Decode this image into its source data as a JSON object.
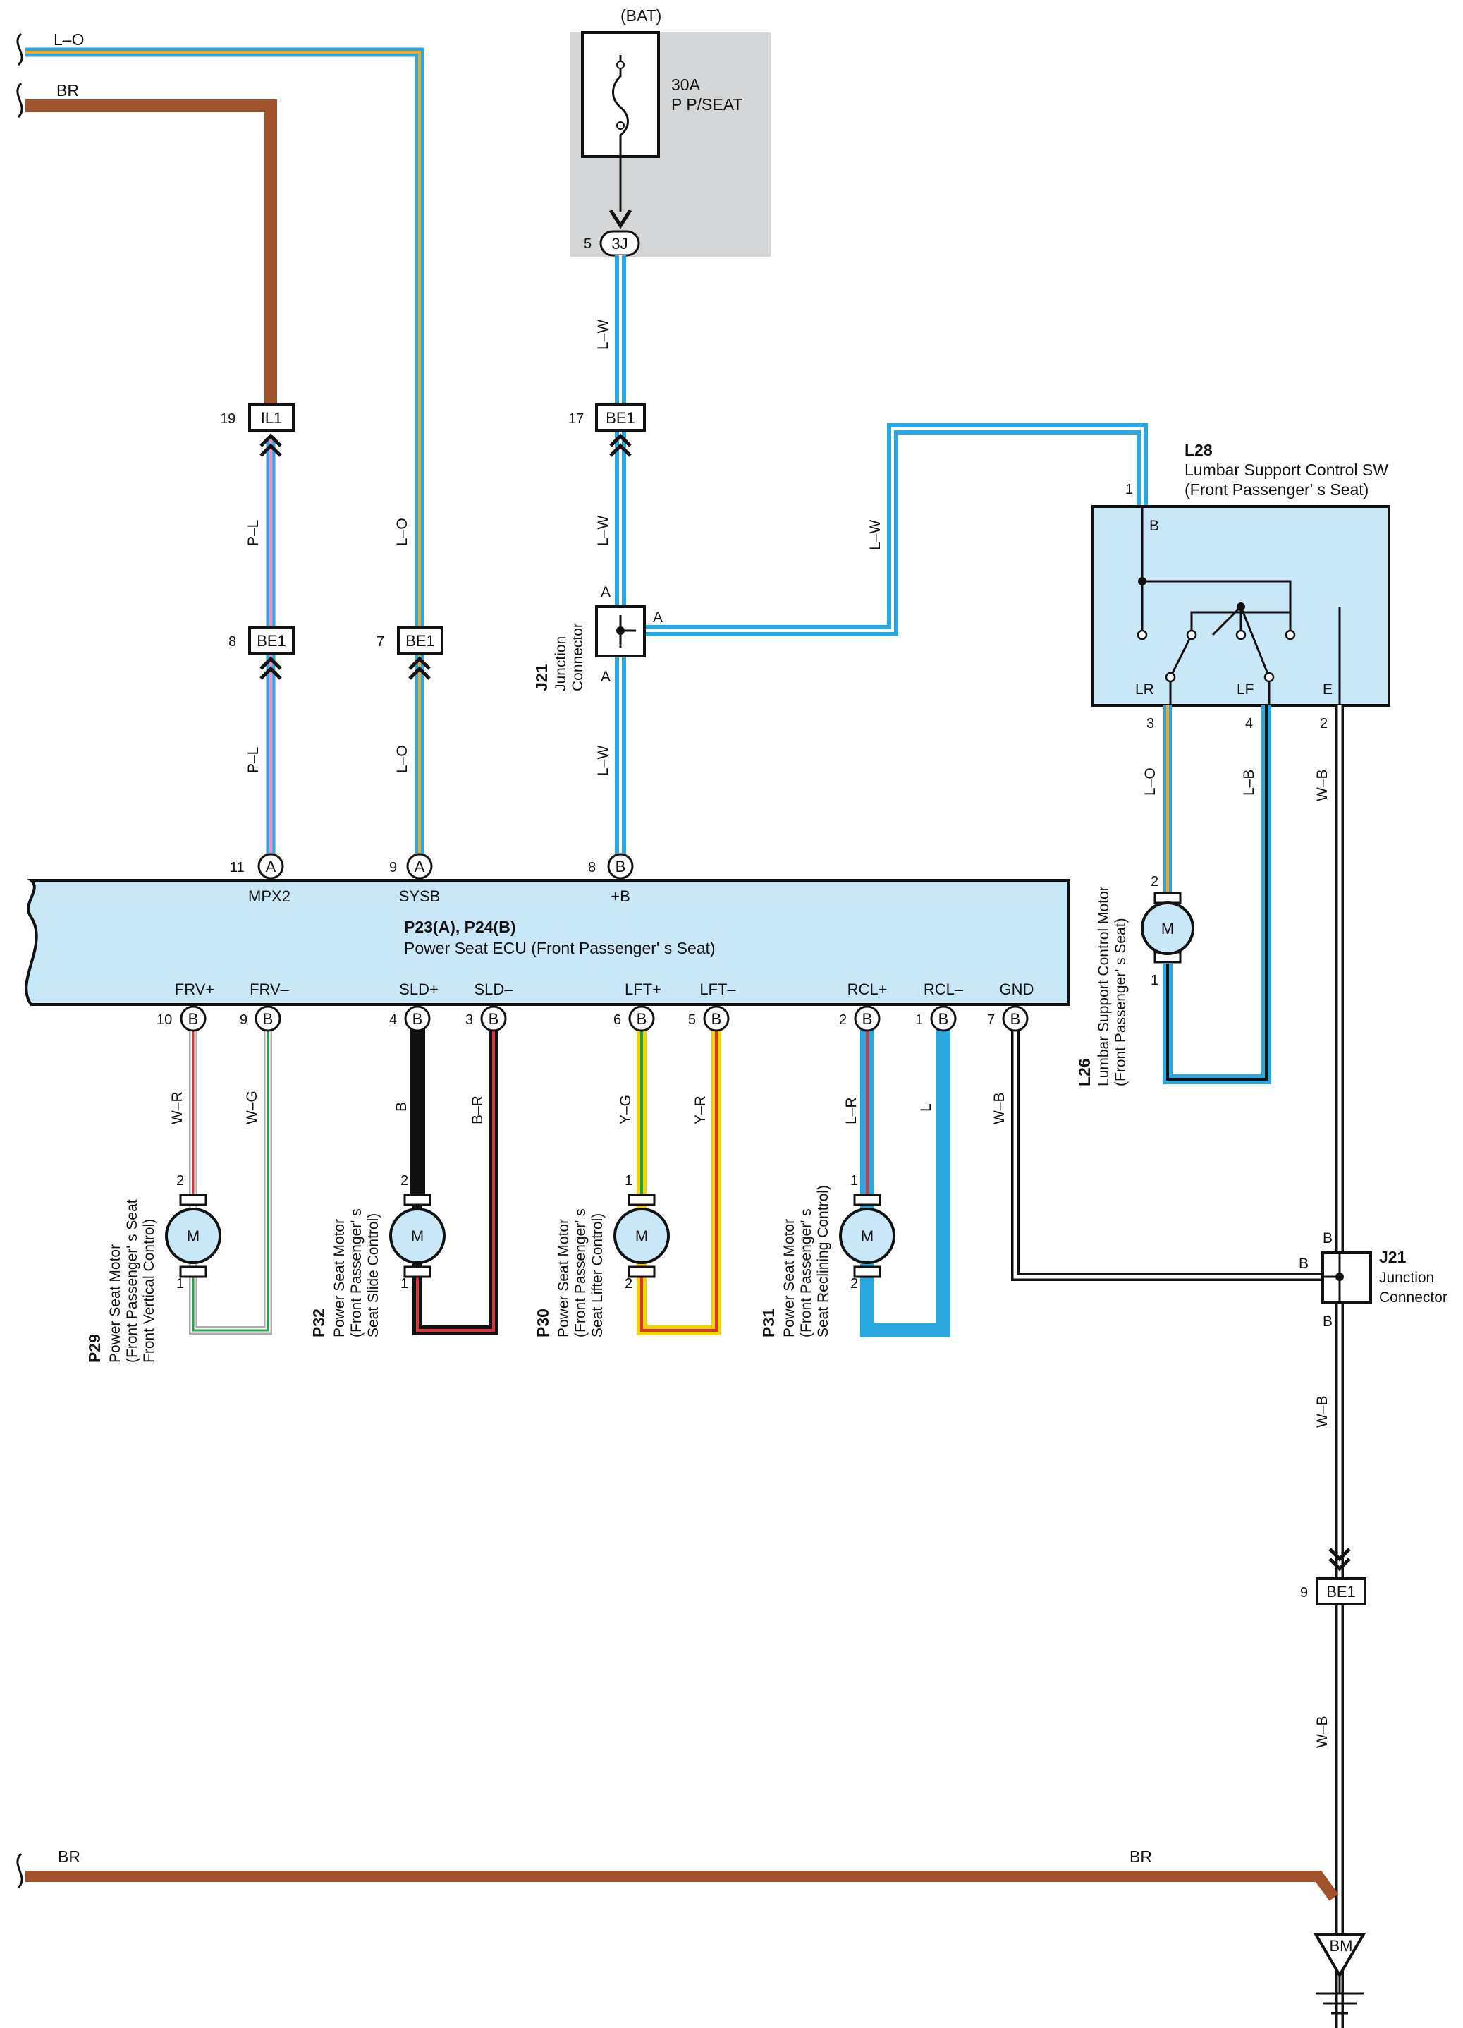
{
  "battery": {
    "label": "(BAT)",
    "fuse_rating": "30A",
    "fuse_name": "P P/SEAT",
    "pin": "5",
    "connector": "3J"
  },
  "top_wires": {
    "lo_label": "L–O",
    "br_label": "BR"
  },
  "wire_labels": {
    "pl_upper": "P–L",
    "pl_lower": "P–L",
    "lo_upper": "L–O",
    "lo_lower": "L–O",
    "lw_top": "L–W",
    "lw_mid": "L–W",
    "lw_low": "L–W",
    "lw_horizontal": "L–W",
    "frv_plus": "W–R",
    "frv_minus": "W–G",
    "sld_plus": "B",
    "sld_minus": "B–R",
    "lft_plus": "Y–G",
    "lft_minus": "Y–R",
    "rcl_plus": "L–R",
    "rcl_minus": "L",
    "gnd": "W–B",
    "lumbar_lr": "L–O",
    "lumbar_lf": "L–B",
    "lumbar_e": "W–B",
    "gnd_lower_1": "W–B",
    "gnd_lower_2": "W–B"
  },
  "connectors": {
    "il1": {
      "name": "IL1",
      "pin": "19"
    },
    "be1_pl": {
      "name": "BE1",
      "pin": "8"
    },
    "be1_lo": {
      "name": "BE1",
      "pin": "7"
    },
    "be1_lw": {
      "name": "BE1",
      "pin": "17"
    },
    "be1_gnd": {
      "name": "BE1",
      "pin": "9"
    }
  },
  "junction_left": {
    "code": "J21",
    "line1": "Junction",
    "line2": "Connector",
    "pin_top": "A",
    "pin_right": "A",
    "pin_bottom": "A"
  },
  "junction_right": {
    "code": "J21",
    "line1": "Junction",
    "line2": "Connector",
    "pin_top": "B",
    "pin_left": "B",
    "pin_bottom": "B"
  },
  "ecu": {
    "code": "P23(A), P24(B)",
    "name": "Power Seat ECU (Front Passenger' s Seat)",
    "top_terminals": [
      {
        "label": "MPX2",
        "pin": "11",
        "letter": "A"
      },
      {
        "label": "SYSB",
        "pin": "9",
        "letter": "A"
      },
      {
        "label": "+B",
        "pin": "8",
        "letter": "B"
      }
    ],
    "bottom_terminals": [
      {
        "label": "FRV+",
        "pin": "10",
        "letter": "B"
      },
      {
        "label": "FRV–",
        "pin": "9",
        "letter": "B"
      },
      {
        "label": "SLD+",
        "pin": "4",
        "letter": "B"
      },
      {
        "label": "SLD–",
        "pin": "3",
        "letter": "B"
      },
      {
        "label": "LFT+",
        "pin": "6",
        "letter": "B"
      },
      {
        "label": "LFT–",
        "pin": "5",
        "letter": "B"
      },
      {
        "label": "RCL+",
        "pin": "2",
        "letter": "B"
      },
      {
        "label": "RCL–",
        "pin": "1",
        "letter": "B"
      },
      {
        "label": "GND",
        "pin": "7",
        "letter": "B"
      }
    ]
  },
  "lumbar_switch": {
    "code": "L28",
    "line1": "Lumbar Support Control SW",
    "line2": "(Front Passenger' s Seat)",
    "pin_in": "1",
    "term_b": "B",
    "term_lr": "LR",
    "term_lf": "LF",
    "term_e": "E",
    "pin_lr": "3",
    "pin_lf": "4",
    "pin_e": "2"
  },
  "lumbar_motor": {
    "code": "L26",
    "line1": "Lumbar Support Control Motor",
    "line2": "(Front Passenger' s Seat)",
    "pin_top": "2",
    "pin_bottom": "1"
  },
  "motors": [
    {
      "code": "P29",
      "line1": "Power Seat Motor",
      "line2": "(Front Passenger' s Seat",
      "line3": "Front Vertical Control)",
      "pin_top": "2",
      "pin_bottom": "1"
    },
    {
      "code": "P32",
      "line1": "Power Seat Motor",
      "line2": "(Front Passenger' s",
      "line3": "Seat Slide Control)",
      "pin_top": "2",
      "pin_bottom": "1"
    },
    {
      "code": "P30",
      "line1": "Power Seat Motor",
      "line2": "(Front Passenger' s",
      "line3": "Seat Lifter Control)",
      "pin_top": "1",
      "pin_bottom": "2"
    },
    {
      "code": "P31",
      "line1": "Power Seat Motor",
      "line2": "(Front Passenger' s",
      "line3": "Seat Reclining Control)",
      "pin_top": "1",
      "pin_bottom": "2"
    }
  ],
  "motor_symbol": "M",
  "bottom_wires": {
    "br_left": "BR",
    "br_right": "BR"
  },
  "ground": {
    "label": "BM"
  },
  "colors": {
    "ecu_fill": "#c9e8f7",
    "blue": "#29a8e0",
    "brown": "#a0522d",
    "orange": "#f5a623",
    "pink": "#e88ec8",
    "fuse_bg": "#d3d5d6"
  }
}
